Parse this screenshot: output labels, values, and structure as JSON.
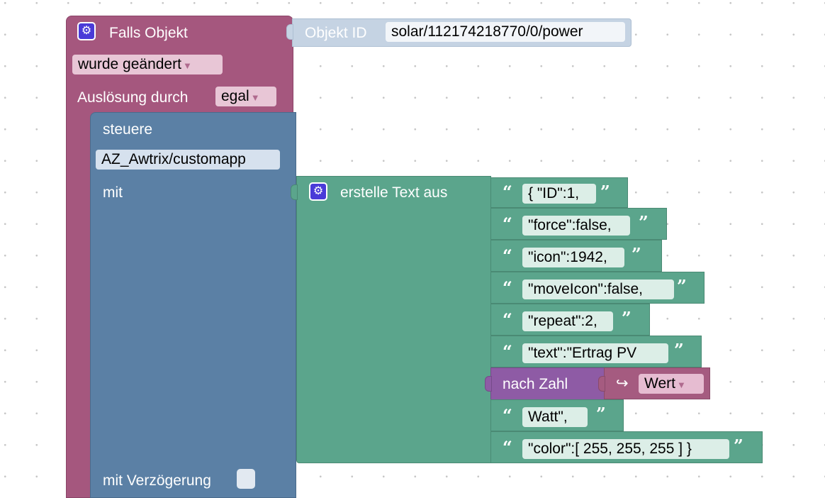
{
  "trigger_block": {
    "title": "Falls Objekt",
    "object_label": "Objekt ID",
    "object_id": "solar/112174218770/0/power",
    "condition": "wurde geändert",
    "triggered_by_label": "Auslösung durch",
    "triggered_by_value": "egal"
  },
  "control_block": {
    "label": "steuere",
    "target": "AZ_Awtrix/customapp",
    "with_label": "mit",
    "delay_label": "mit Verzögerung"
  },
  "join_block": {
    "label": "erstelle Text aus",
    "items": [
      "{ \"ID\":1,",
      "\"force\":false,",
      "\"icon\":1942,",
      "\"moveIcon\":false,",
      "\"repeat\":2,",
      "\"text\":\"Ertrag PV ",
      "",
      " Watt\",",
      "\"color\":[ 255, 255, 255 ] }"
    ]
  },
  "convert_block": {
    "label": "nach Zahl",
    "variable_arrow": "↪",
    "variable": "Wert"
  },
  "colors": {
    "event": "#a5577e",
    "control": "#5b80a5",
    "text": "#5ba58c",
    "convert": "#8e5ba5",
    "variable": "#a55b80"
  },
  "icons": {
    "gear": "gear-icon",
    "quote_open": "“",
    "quote_close": "”",
    "dropdown": "▾"
  }
}
